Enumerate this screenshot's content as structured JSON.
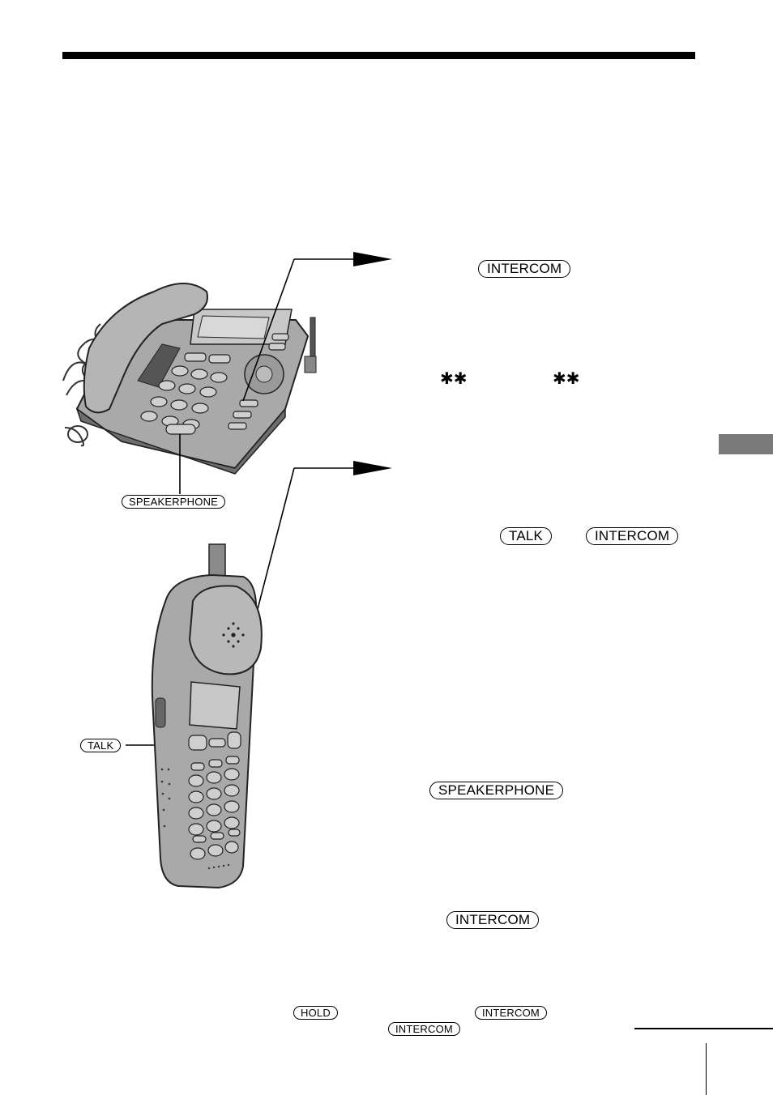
{
  "buttons": {
    "intercom": "INTERCOM",
    "talk": "TALK",
    "speakerphone": "SPEAKERPHONE",
    "hold": "HOLD"
  },
  "symbols": {
    "star_star": "✱✱"
  },
  "colors": {
    "side_tab": "#7a7a7a",
    "device_body": "#a9a9a9",
    "device_dark": "#6e6e6e"
  }
}
